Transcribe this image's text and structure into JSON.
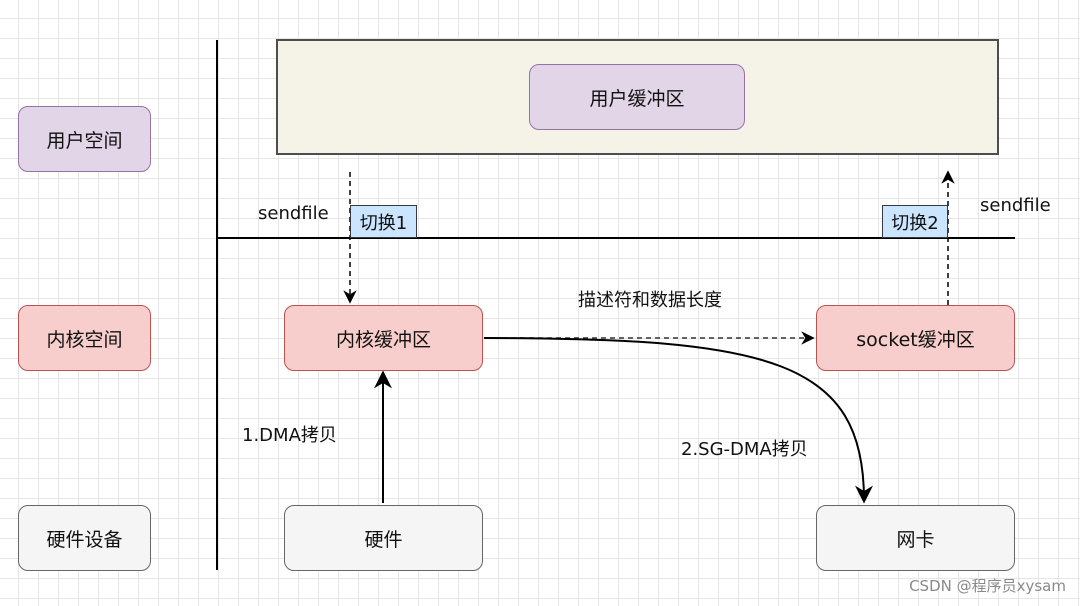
{
  "layers": {
    "user_space": "用户空间",
    "kernel_space": "内核空间",
    "hardware_devices": "硬件设备"
  },
  "boxes": {
    "user_buffer": "用户缓冲区",
    "kernel_buffer": "内核缓冲区",
    "socket_buffer": "socket缓冲区",
    "hardware": "硬件",
    "nic": "网卡"
  },
  "switches": {
    "switch1": "切换1",
    "switch2": "切换2"
  },
  "labels": {
    "sendfile_left": "sendfile",
    "sendfile_right": "sendfile",
    "descriptor": "描述符和数据长度",
    "dma_copy": "1.DMA拷贝",
    "sg_dma_copy": "2.SG-DMA拷贝"
  },
  "watermark": "CSDN @程序员xysam",
  "colors": {
    "user_fill": "#e1d5e7",
    "user_stroke": "#9673a6",
    "kernel_fill": "#f8cecc",
    "kernel_stroke": "#b85450",
    "hardware_fill": "#f5f5f5",
    "hardware_stroke": "#666666",
    "user_area_fill": "#f5f3e8",
    "switch_fill": "#cce5ff"
  }
}
